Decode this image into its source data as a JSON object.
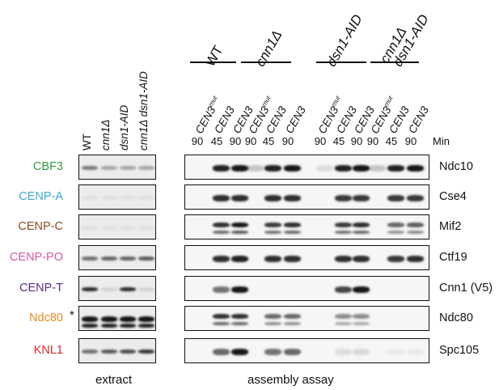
{
  "extract_lanes": [
    "WT",
    "cnn1Δ",
    "dsn1-AID",
    "cnn1Δ  dsn1-AID"
  ],
  "groups": [
    {
      "label": "WT",
      "italic": false
    },
    {
      "label": "cnn1Δ",
      "italic": true
    },
    {
      "label": "dsn1-AID",
      "italic": true
    },
    {
      "label": "cnn1Δ\ndsn1-AID",
      "italic": true
    }
  ],
  "assay_lane_types": [
    "CEN3mut",
    "CEN3",
    "CEN3",
    "CEN3mut",
    "CEN3",
    "CEN3",
    "CEN3mut",
    "CEN3",
    "CEN3",
    "CEN3mut",
    "CEN3",
    "CEN3"
  ],
  "minutes": [
    "90",
    "45",
    "90",
    "90",
    "45",
    "90",
    "90",
    "45",
    "90",
    "90",
    "45",
    "90"
  ],
  "min_label": "Min",
  "rows": [
    {
      "label": "CBF3",
      "color": "#2e9a43",
      "protein": "Ndc10"
    },
    {
      "label": "CENP-A",
      "color": "#3fa7d6",
      "protein": "Cse4"
    },
    {
      "label": "CENP-C",
      "color": "#8a4a24",
      "protein": "Mif2"
    },
    {
      "label": "CENP-PO",
      "color": "#d35aa8",
      "protein": "Ctf19"
    },
    {
      "label": "CENP-T",
      "color": "#5b2a83",
      "protein": "Cnn1 (V5)"
    },
    {
      "label": "Ndc80",
      "color": "#e88a1e",
      "protein": "Ndc80"
    },
    {
      "label": "KNL1",
      "color": "#d42a2a",
      "protein": "Spc105"
    }
  ],
  "asterisk": "*",
  "footer": {
    "extract": "extract",
    "assay": "assembly assay"
  }
}
